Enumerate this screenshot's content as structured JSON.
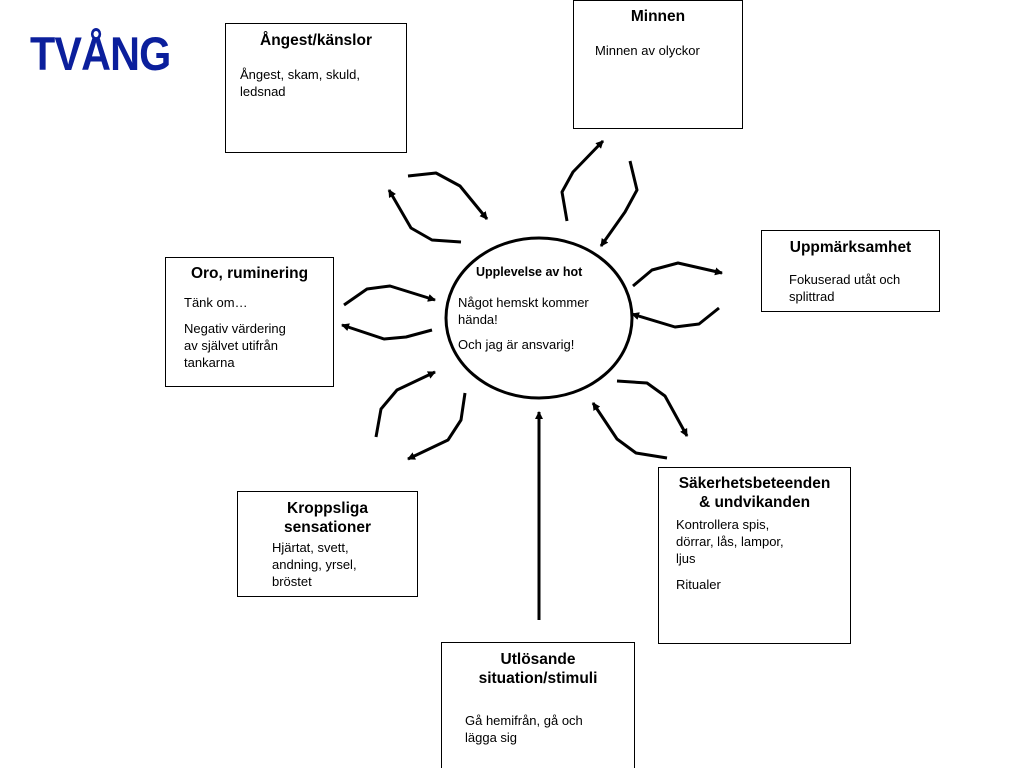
{
  "title": "TVÅNG",
  "nodes": {
    "angest": {
      "title": "Ångest/känslor",
      "body": "Ångest, skam, skuld,\nledsnad"
    },
    "minnen": {
      "title": "Minnen",
      "body": "Minnen av olyckor"
    },
    "uppmarksamhet": {
      "title": "Uppmärksamhet",
      "body": "Fokuserad utåt och\nsplittrad"
    },
    "oro": {
      "title": "Oro, ruminering",
      "body1": "Tänk om…",
      "body2": "Negativ värdering\nav självet utifrån\ntankarna"
    },
    "kroppsliga": {
      "title": "Kroppsliga\nsensationer",
      "body": "Hjärtat, svett,\nandning, yrsel,\nbröstet"
    },
    "sakerhet": {
      "title": "Säkerhetsbeteenden\n& undvikanden",
      "body1": "Kontrollera spis,\ndörrar, lås, lampor,\nljus",
      "body2": "Ritualer"
    },
    "utlosande": {
      "title": "Utlösande\nsituation/stimuli",
      "body": "Gå hemifrån, gå och\nlägga sig"
    },
    "center": {
      "title": "Upplevelse av hot",
      "line1": "Något hemskt kommer\nhända!",
      "line2": "Och jag är ansvarig!"
    }
  }
}
